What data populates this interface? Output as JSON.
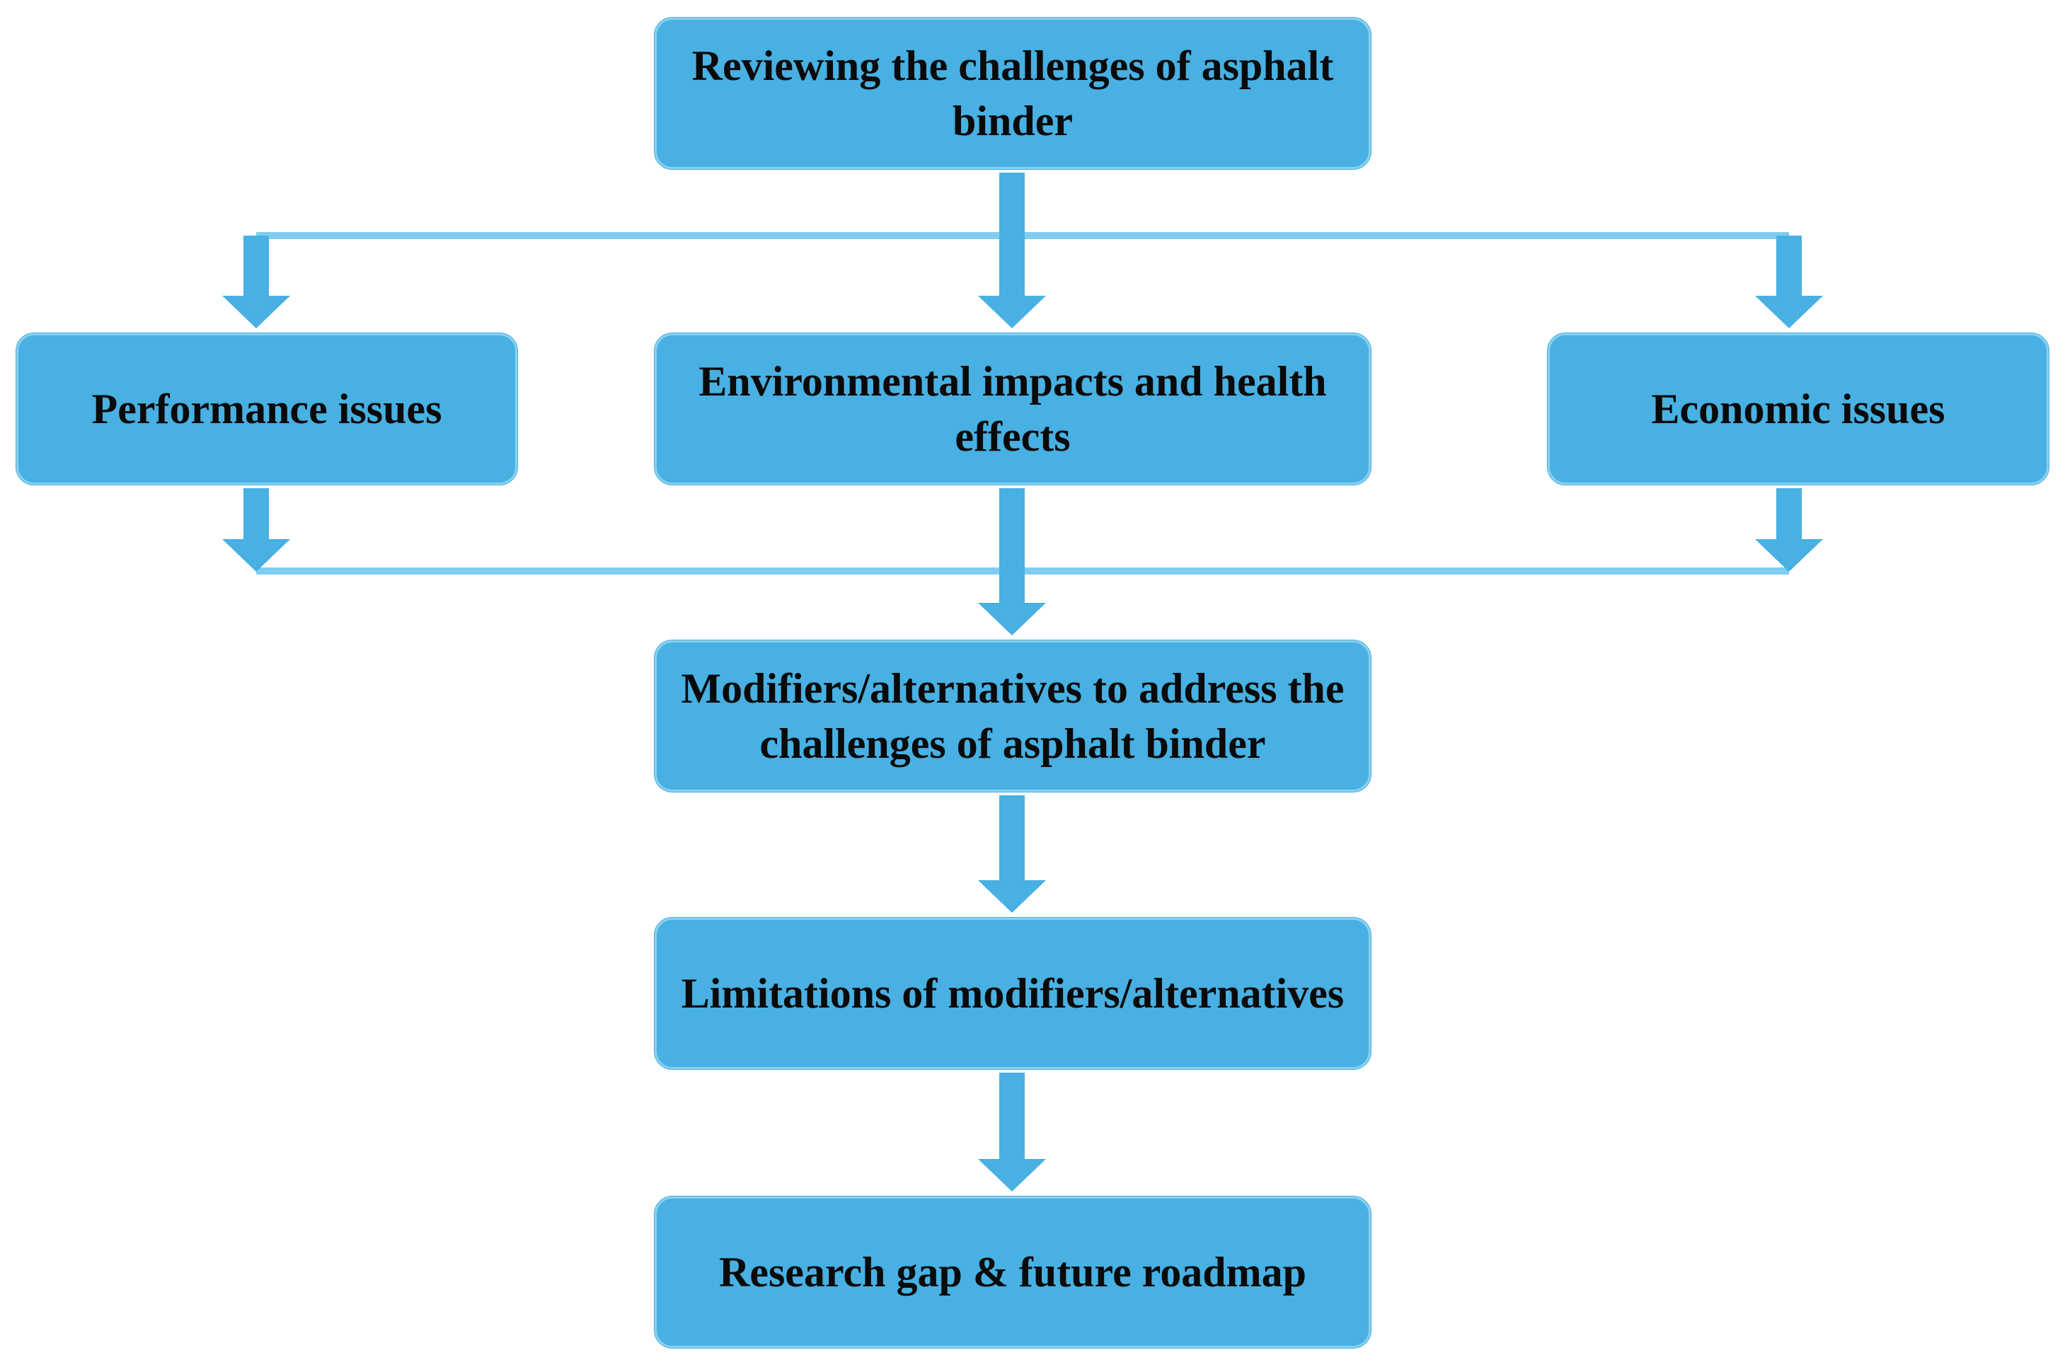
{
  "colors": {
    "box_fill": "#48b0e2",
    "arrow": "#48b0e2",
    "connector_line": "#7fcdf0",
    "text": "#0a0a0a"
  },
  "nodes": {
    "review": "Reviewing the challenges of asphalt binder",
    "performance": "Performance issues",
    "environmental": "Environmental impacts and health effects",
    "economic": "Economic issues",
    "modifiers": "Modifiers/alternatives to address the challenges of asphalt binder",
    "limitations": "Limitations of modifiers/alternatives",
    "research_gap": "Research gap & future roadmap"
  }
}
